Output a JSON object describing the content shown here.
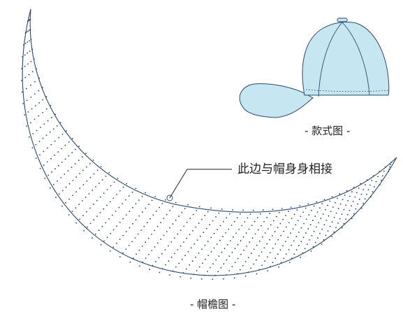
{
  "labels": {
    "cap_caption": "- 款式图 -",
    "seam_note": "此边与帽身身相接",
    "brim_caption": "- 帽檐图 -"
  },
  "colors": {
    "cap_fill": "#c6e6f1",
    "outline": "#2a4a6a",
    "stitch": "#2a3f5f",
    "leader": "#222222"
  }
}
